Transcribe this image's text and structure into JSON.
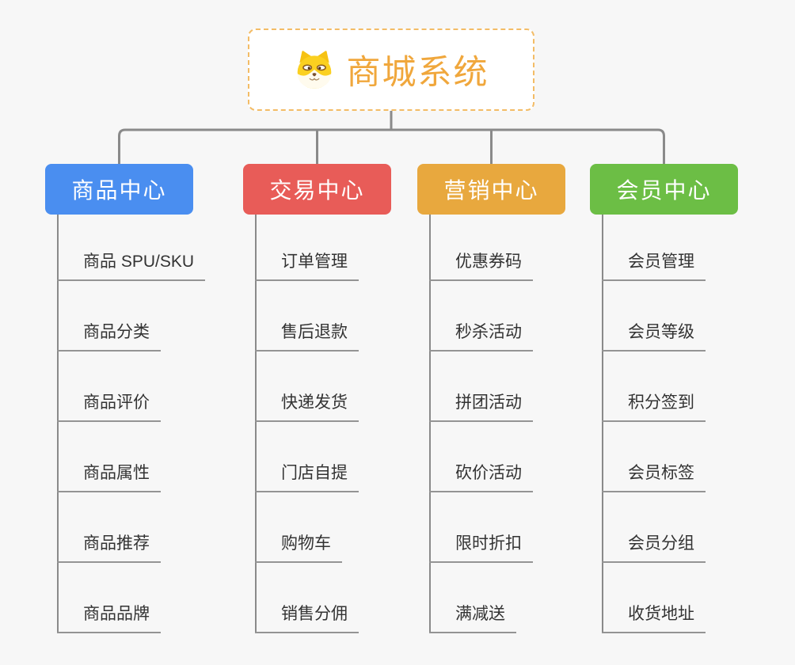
{
  "root": {
    "label": "商城系统",
    "icon": "shiba-dog-icon",
    "text_color": "#f0a73c",
    "border_color": "#f3bc66"
  },
  "branches": [
    {
      "label": "商品中心",
      "color": "#4a8ef0",
      "children": [
        "商品 SPU/SKU",
        "商品分类",
        "商品评价",
        "商品属性",
        "商品推荐",
        "商品品牌"
      ]
    },
    {
      "label": "交易中心",
      "color": "#e85c58",
      "children": [
        "订单管理",
        "售后退款",
        "快递发货",
        "门店自提",
        "购物车",
        "销售分佣"
      ]
    },
    {
      "label": "营销中心",
      "color": "#e8a83e",
      "children": [
        "优惠券码",
        "秒杀活动",
        "拼团活动",
        "砍价活动",
        "限时折扣",
        "满减送"
      ]
    },
    {
      "label": "会员中心",
      "color": "#6cbe45",
      "children": [
        "会员管理",
        "会员等级",
        "积分签到",
        "会员标签",
        "会员分组",
        "收货地址"
      ]
    }
  ],
  "colors": {
    "background": "#f7f7f7",
    "connector": "#8a8a8a",
    "underline": "#949494",
    "leaf_text": "#333333",
    "branch_text": "#ffffff"
  }
}
